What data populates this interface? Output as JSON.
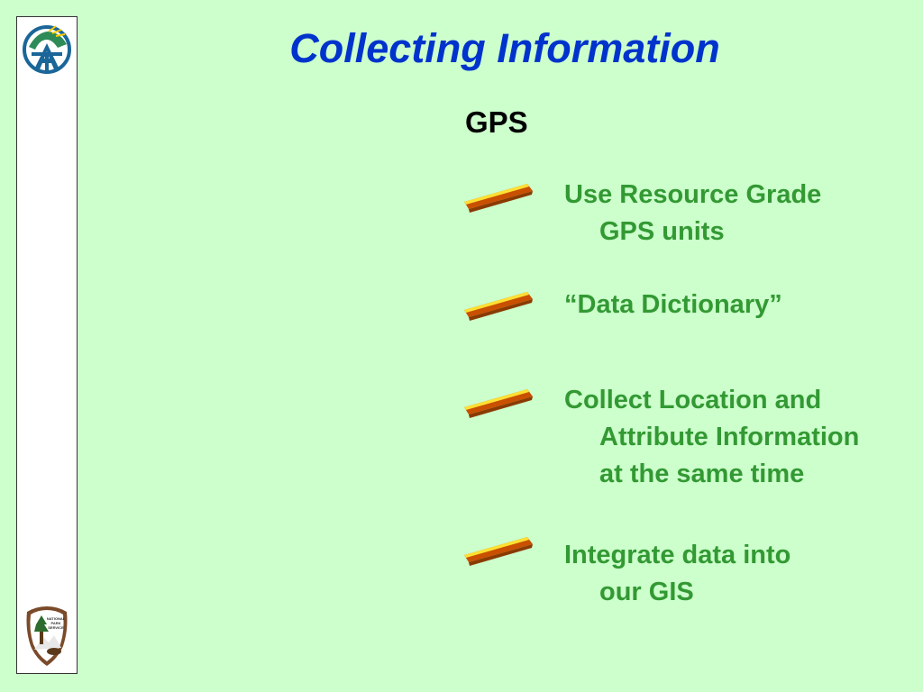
{
  "slide": {
    "title": "Collecting Information",
    "subtitle": "GPS"
  },
  "bullets": [
    {
      "lines": [
        "Use Resource Grade",
        "GPS units"
      ]
    },
    {
      "lines": [
        "“Data Dictionary”"
      ]
    },
    {
      "lines": [
        "Collect Location and",
        "Attribute Information",
        "at the same time"
      ]
    },
    {
      "lines": [
        "Integrate data into",
        "our GIS"
      ]
    }
  ],
  "logos": {
    "top": {
      "icon": "appalachian-trail-logo-icon"
    },
    "bottom": {
      "icon": "national-park-service-arrowhead-icon",
      "text_lines": [
        "NATIONAL",
        "PARK",
        "SERVICE"
      ]
    }
  },
  "colors": {
    "background": "#ccffcc",
    "title": "#0033cc",
    "bullet_text": "#339933",
    "pencil_body": "#c85000",
    "pencil_edge": "#ffe033"
  }
}
